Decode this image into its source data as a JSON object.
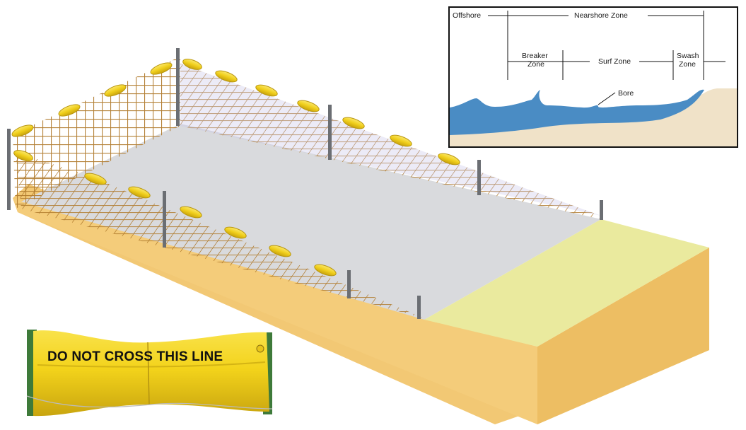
{
  "inset": {
    "labels": {
      "offshore": "Offshore",
      "nearshore": "Nearshore Zone",
      "breaker_line1": "Breaker",
      "breaker_line2": "Zone",
      "surf": "Surf Zone",
      "swash_line1": "Swash",
      "swash_line2": "Zone",
      "bore": "Bore"
    }
  },
  "float_photo": {
    "text": "DO NOT CROSS THIS LINE"
  },
  "colors": {
    "sand_side": "#f2c874",
    "sand_side_dark": "#e9b85f",
    "pool_floor": "#d9dadd",
    "beach_top": "#eaea9e",
    "net": "#b07a2c",
    "float": "#f1d21f",
    "post": "#6b6e73",
    "water": "#4a8cc4",
    "sand_inset": "#f0e2c8"
  }
}
